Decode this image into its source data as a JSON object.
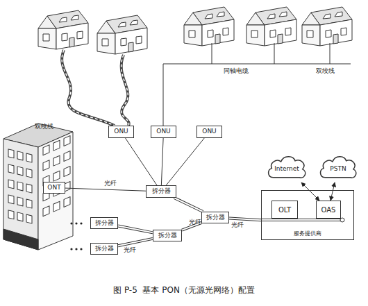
{
  "diagram": {
    "caption": "图 P-5  基本 PON（无源光网络）配置",
    "nodes": [
      {
        "text": [
          "Internet"
        ]
      },
      {
        "text": [
          "PSTN"
        ]
      },
      {
        "text": [
          "ONU"
        ]
      },
      {
        "text": [
          "ONU"
        ]
      },
      {
        "text": [
          "ONU"
        ]
      },
      {
        "text": [
          "ONT"
        ]
      },
      {
        "text": [
          "拆分器"
        ]
      },
      {
        "text": [
          "拆分器"
        ]
      },
      {
        "text": [
          "服务提供商"
        ]
      },
      {
        "text": [
          "OLT"
        ],
        "in": 8
      },
      {
        "text": [
          "OAS"
        ],
        "in": 8
      },
      {
        "text": [
          "拆分器"
        ]
      },
      {
        "text": [
          "拆分器"
        ]
      },
      {
        "text": [
          "拆分器"
        ]
      }
    ],
    "edges": [
      {
        "from": 0,
        "to": 10,
        "arrow": "both"
      },
      {
        "from": 1,
        "to": 10,
        "arrow": "both"
      },
      {
        "from": 6,
        "to": 2,
        "arrow": "none"
      },
      {
        "from": 6,
        "to": 3,
        "arrow": "none"
      },
      {
        "from": 6,
        "to": 4,
        "arrow": "none"
      },
      {
        "from": 5,
        "to": 6,
        "arrow": "none",
        "label": "光纤"
      },
      {
        "from": 6,
        "to": 7,
        "arrow": "none"
      },
      {
        "from": 7,
        "to": 8,
        "arrow": "none",
        "label": "光纤"
      },
      {
        "from": 7,
        "to": 12,
        "arrow": "none",
        "label": "光纤"
      },
      {
        "from": 12,
        "to": 11,
        "arrow": "none"
      },
      {
        "from": 12,
        "to": 13,
        "arrow": "none",
        "label": "光纤"
      }
    ],
    "labels": [
      "双绞线",
      "同轴电缆",
      "双绞线"
    ]
  }
}
